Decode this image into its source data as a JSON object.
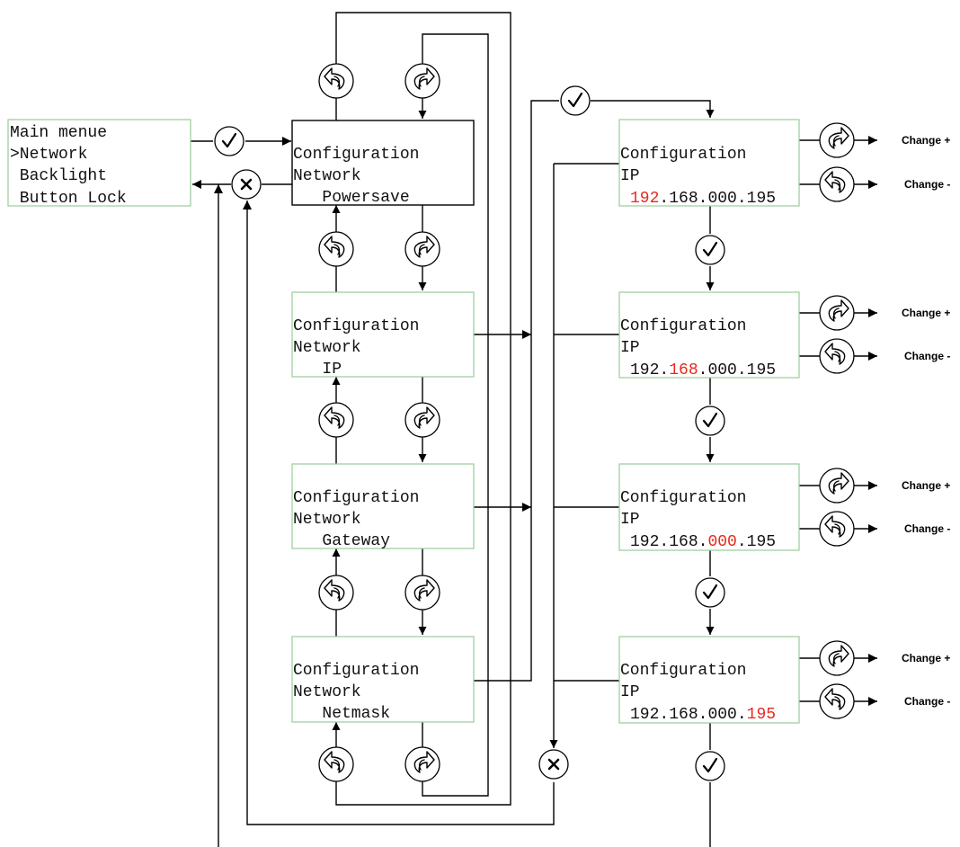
{
  "colors": {
    "highlight": "#e8281e",
    "text": "#111111",
    "box_border_green": "#99cc99",
    "box_border_black": "#000000",
    "line": "#000000"
  },
  "main_menu": {
    "lines": [
      "Main menue",
      ">Network",
      " Backlight",
      " Button Lock"
    ]
  },
  "config_screens": [
    {
      "line1": "Configuration",
      "line2": "Network",
      "line3": "   Powersave",
      "border": "black"
    },
    {
      "line1": "Configuration",
      "line2": "Network",
      "line3": "   IP",
      "border": "green"
    },
    {
      "line1": "Configuration",
      "line2": "Network",
      "line3": "   Gateway",
      "border": "green"
    },
    {
      "line1": "Configuration",
      "line2": "Network",
      "line3": "   Netmask",
      "border": "green"
    }
  ],
  "ip_screens": [
    {
      "line1": "Configuration",
      "line2": "IP",
      "ip_parts": [
        "192",
        "168",
        "000",
        "195"
      ],
      "highlight_index": 0
    },
    {
      "line1": "Configuration",
      "line2": "IP",
      "ip_parts": [
        "192",
        "168",
        "000",
        "195"
      ],
      "highlight_index": 1
    },
    {
      "line1": "Configuration",
      "line2": "IP",
      "ip_parts": [
        "192",
        "168",
        "000",
        "195"
      ],
      "highlight_index": 2
    },
    {
      "line1": "Configuration",
      "line2": "IP",
      "ip_parts": [
        "192",
        "168",
        "000",
        "195"
      ],
      "highlight_index": 3
    }
  ],
  "change_labels": {
    "plus": "Change +",
    "minus": "Change -"
  },
  "icons": {
    "confirm": "checkmark-icon",
    "cancel": "cross-icon",
    "rotate_cw": "rotate-clockwise-icon",
    "rotate_ccw": "rotate-counterclockwise-icon"
  }
}
